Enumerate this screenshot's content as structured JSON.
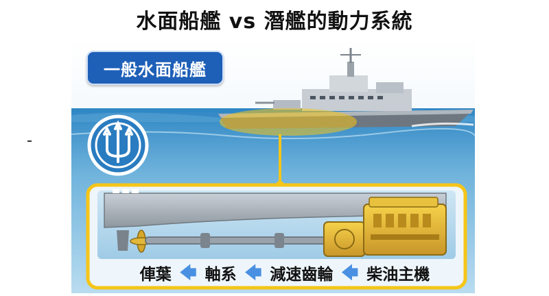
{
  "title": "水面船艦 vs 潛艦的動力系統",
  "badge": "一般水面船艦",
  "power_chain": {
    "step_1": "俥葉",
    "step_2": "軸系",
    "step_3": "減速齒輪",
    "step_4": "柴油主機"
  },
  "icons": [
    "trident-icon",
    "arrow-left-icon"
  ],
  "colors": {
    "sea": "#2f86c4",
    "highlight": "#f5c518",
    "badge": "#1e5fb8",
    "arrow": "#4a90e2"
  }
}
